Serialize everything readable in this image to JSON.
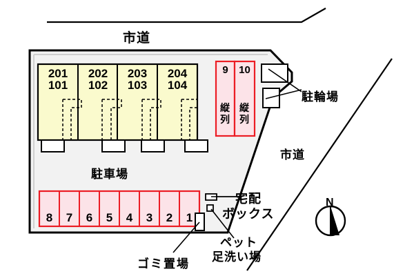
{
  "map": {
    "title": "apartment-site-plan",
    "colors": {
      "building_fill": "#FAFACD",
      "site_fill": "#F2F2F2",
      "stall_fill": "#FCE3E8",
      "stall_stroke": "#EC1C24",
      "line": "#000000"
    },
    "roads": [
      {
        "name": "road-top",
        "label": "市道"
      },
      {
        "name": "road-right",
        "label": "市道"
      }
    ],
    "building": {
      "name": "apartment-building",
      "units": [
        {
          "upper": "201",
          "lower": "101"
        },
        {
          "upper": "202",
          "lower": "102"
        },
        {
          "upper": "203",
          "lower": "103"
        },
        {
          "upper": "204",
          "lower": "104"
        }
      ]
    },
    "parking": {
      "area_label": "駐車場",
      "stalls": [
        "8",
        "7",
        "6",
        "5",
        "4",
        "3",
        "2",
        "1"
      ],
      "tandem": [
        {
          "number": "9",
          "note_line1": "縦",
          "note_line2": "列"
        },
        {
          "number": "10",
          "note_line1": "縦",
          "note_line2": "列"
        }
      ]
    },
    "facilities": [
      {
        "name": "bicycle-parking",
        "label": "駐輪場"
      },
      {
        "name": "delivery-box",
        "label_line1": "宅配",
        "label_line2": "ボックス"
      },
      {
        "name": "pet-foot-wash",
        "label_line1": "ペット",
        "label_line2": "足洗い場"
      },
      {
        "name": "garbage-area",
        "label": "ゴミ置場"
      }
    ],
    "compass": {
      "name": "compass-rose",
      "north_label": "N"
    }
  }
}
